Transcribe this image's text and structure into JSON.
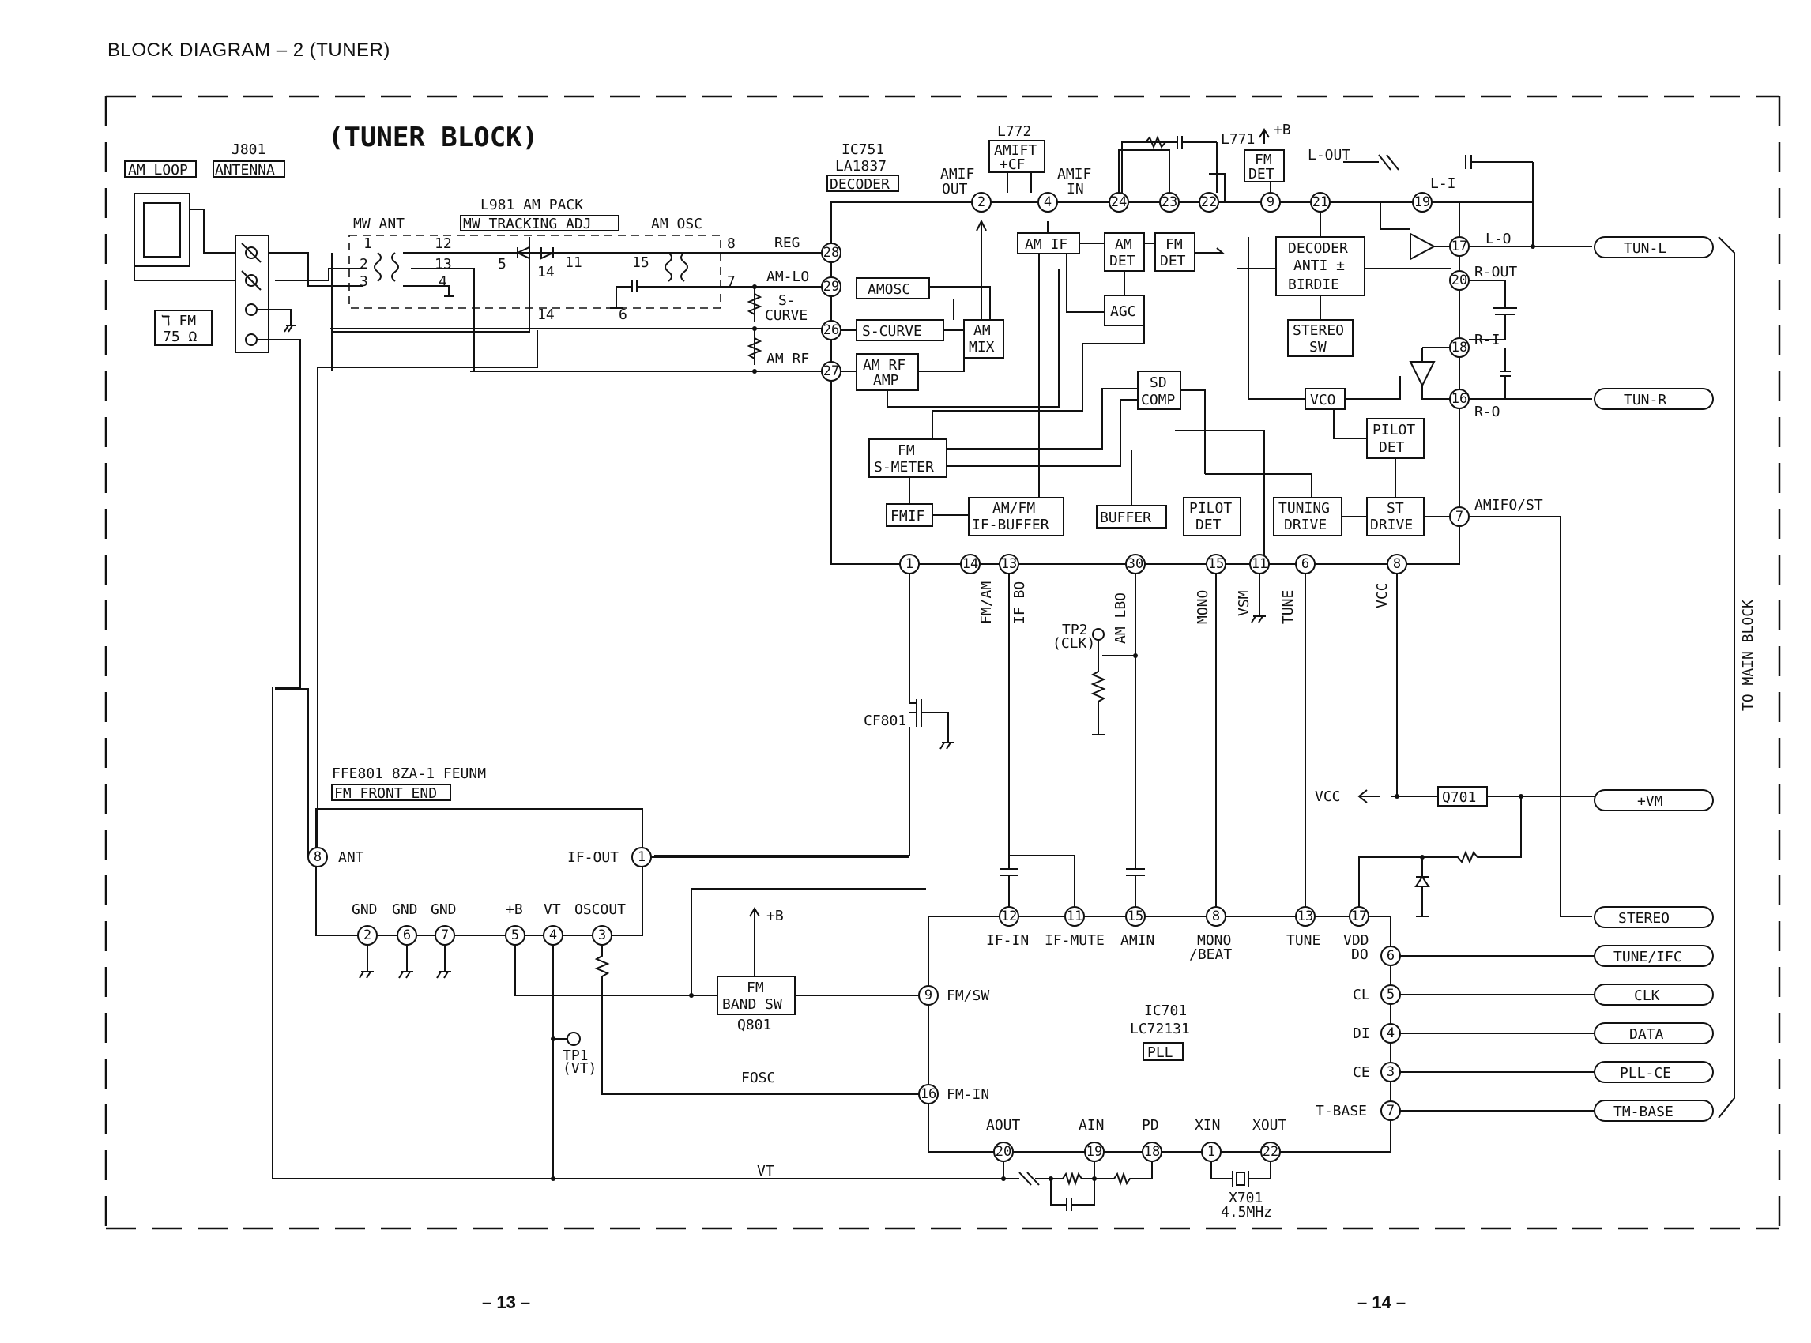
{
  "page": {
    "header": "BLOCK  DIAGRAM – 2  (TUNER)",
    "page_left": "– 13 –",
    "page_right": "– 14 –"
  },
  "diagram": {
    "title": "(TUNER BLOCK)",
    "side_label": "TO MAIN BLOCK",
    "antenna": {
      "am_loop": "AM LOOP",
      "j801": "J801",
      "antenna": "ANTENNA",
      "fm_75": "75 Ω",
      "fm_sym": "ℸ FM"
    },
    "l981": {
      "title": "L981 AM PACK",
      "sub": "MW TRACKING ADJ",
      "mw_ant": "MW ANT",
      "am_osc": "AM OSC",
      "pins": [
        "1",
        "2",
        "3",
        "12",
        "13",
        "4",
        "5",
        "14",
        "11",
        "15",
        "8",
        "7",
        "14",
        "6"
      ]
    },
    "ic751": {
      "name": "IC751",
      "part": "LA1837",
      "func": "DECODER",
      "blocks": {
        "am_if": "AM IF",
        "am_det_1": "AM",
        "am_det_2": "DET",
        "fm_det_1": "FM",
        "fm_det_2": "DET",
        "agc": "AGC",
        "amosc": "AMOSC",
        "s_curve": "S-CURVE",
        "am_mix_1": "AM",
        "am_mix_2": "MIX",
        "am_rf_amp_1": "AM RF",
        "am_rf_amp_2": "AMP",
        "sd_comp_1": "SD",
        "sd_comp_2": "COMP",
        "fm_smeter_1": "FM",
        "fm_smeter_2": "S-METER",
        "fmif": "FMIF",
        "amfm_buf_1": "AM/FM",
        "amfm_buf_2": "IF-BUFFER",
        "buffer": "BUFFER",
        "pilot_det_1": "PILOT",
        "pilot_det_2": "DET",
        "tuning_drive_1": "TUNING",
        "tuning_drive_2": "DRIVE",
        "st_drive_1": "ST",
        "st_drive_2": "DRIVE",
        "decoder_1": "DECODER",
        "decoder_2": "ANTI ±",
        "decoder_3": "BIRDIE",
        "stereo_sw_1": "STEREO",
        "stereo_sw_2": "SW",
        "vco": "VCO",
        "pilot_det_r_1": "PILOT",
        "pilot_det_r_2": "DET"
      },
      "pins_top": [
        "2",
        "4",
        "24",
        "23",
        "22",
        "9",
        "21",
        "19"
      ],
      "pins_left": [
        "28",
        "29",
        "26",
        "27"
      ],
      "pins_right": [
        "17",
        "20",
        "18",
        "16",
        "7"
      ],
      "pins_bottom": [
        "1",
        "14",
        "13",
        "30",
        "15",
        "11",
        "6",
        "8"
      ],
      "labels": {
        "reg": "REG",
        "am_lo": "AM-LO",
        "s_curve": "S-",
        "s_curve_2": "CURVE",
        "am_rf": "AM RF",
        "amif_out_1": "AMIF",
        "amif_out_2": "OUT",
        "amif_in_1": "AMIF",
        "amif_in_2": "IN",
        "l_out": "L-OUT",
        "l_i": "L-I",
        "l_o": "L-O",
        "r_out": "R-OUT",
        "r_i": "R-I",
        "r_o": "R-O",
        "amifo_st": "AMIFO/ST",
        "fm_am": "FM/AM",
        "if_bo": "IF BO",
        "am_lbo": "AM LBO",
        "mono": "MONO",
        "vsm": "VSM",
        "tune": "TUNE",
        "vcc": "VCC"
      }
    },
    "l772": {
      "name": "L772",
      "b1": "AMIFT",
      "b2": "+CF"
    },
    "l771": {
      "name": "L771",
      "plus_b": "+B",
      "b1": "FM",
      "b2": "DET"
    },
    "outputs": {
      "tun_l": "TUN-L",
      "tun_r": "TUN-R",
      "vm": "+VM",
      "stereo": "STEREO",
      "tune_ifc": "TUNE/IFC",
      "clk": "CLK",
      "data": "DATA",
      "pll_ce": "PLL-CE",
      "tm_base": "TM-BASE"
    },
    "tp2": {
      "name": "TP2",
      "sub": "(CLK)"
    },
    "cf801": "CF801",
    "q701": "Q701",
    "vcc_arrow": "VCC",
    "ffe801": {
      "name": "FFE801 8ZA-1 FEUNM",
      "sub": "FM FRONT END",
      "ant": "ANT",
      "if_out": "IF-OUT",
      "gnd": "GND",
      "plus_b": "+B",
      "vt": "VT",
      "oscout": "OSCOUT",
      "pins": [
        "8",
        "1",
        "2",
        "6",
        "7",
        "5",
        "4",
        "3"
      ]
    },
    "q801": {
      "name": "Q801",
      "b1": "FM",
      "b2": "BAND SW",
      "plus_b": "+B"
    },
    "tp1": {
      "name": "TP1",
      "sub": "(VT)"
    },
    "fosc": "FOSC",
    "vt_line": "VT",
    "ic701": {
      "name": "IC701",
      "part": "LC72131",
      "func": "PLL",
      "pins_top": [
        "12",
        "11",
        "15",
        "8",
        "13",
        "17"
      ],
      "labels_top": [
        "IF-IN",
        "IF-MUTE",
        "AMIN",
        "MONO",
        "/BEAT",
        "TUNE",
        "VDD",
        "DO"
      ],
      "pins_left": [
        "9",
        "16"
      ],
      "labels_left": [
        "FM/SW",
        "FM-IN"
      ],
      "pins_right": [
        "6",
        "5",
        "4",
        "3",
        "7"
      ],
      "labels_right": [
        "CL",
        "DI",
        "CE",
        "T-BASE"
      ],
      "pins_bottom": [
        "20",
        "19",
        "18",
        "1",
        "22"
      ],
      "labels_bottom": [
        "AOUT",
        "AIN",
        "PD",
        "XIN",
        "XOUT"
      ]
    },
    "x701": {
      "name": "X701",
      "freq": "4.5MHz"
    }
  }
}
